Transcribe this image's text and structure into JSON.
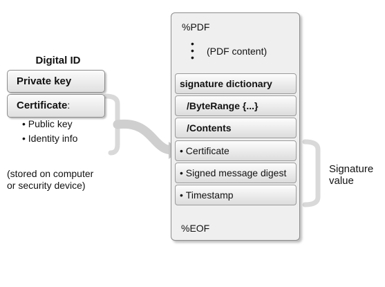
{
  "left": {
    "title": "Digital ID",
    "private_key": "Private key",
    "certificate": "Certificate",
    "certificate_colon": ":",
    "items": [
      "Public key",
      "Identity info"
    ],
    "caption": [
      "(stored on computer",
      "or security device)"
    ]
  },
  "pdf": {
    "header": "%PDF",
    "content_dots": [
      "•",
      "•",
      "•"
    ],
    "content": "(PDF content)",
    "sig_dict": "signature dictionary",
    "byterange": "/ByteRange {...}",
    "contents": "/Contents",
    "fields": [
      "Certificate",
      "Signed message digest",
      "Timestamp"
    ],
    "footer": "%EOF"
  },
  "signature_value": [
    "Signature",
    "value"
  ],
  "colors": {
    "box_border": "#8c8c8c",
    "arrow": "#cccccc",
    "bracket": "#d9d9d9"
  }
}
